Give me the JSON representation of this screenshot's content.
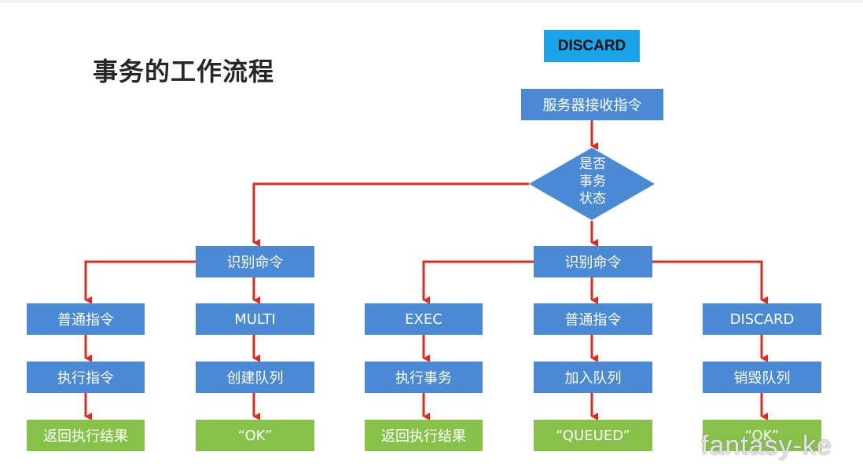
{
  "title": "事务的工作流程",
  "top_badge": "DISCARD",
  "nodes": {
    "receive": "服务器接收指令",
    "decision": [
      "是否",
      "事务",
      "状态"
    ],
    "identify_left": "识别命令",
    "identify_right": "识别命令",
    "col1": [
      "普通指令",
      "执行指令",
      "返回执行结果"
    ],
    "col2": [
      "MULTI",
      "创建队列",
      "“OK”"
    ],
    "col3": [
      "EXEC",
      "执行事务",
      "返回执行结果"
    ],
    "col4": [
      "普通指令",
      "加入队列",
      "“QUEUED”"
    ],
    "col5": [
      "DISCARD",
      "销毁队列",
      "“OK”"
    ]
  },
  "colors": {
    "badge": "#1aa3e8",
    "process": "#4a8ad4",
    "result": "#86c24a",
    "arrow": "#e02a1b"
  },
  "watermark": "fantasy-ke"
}
